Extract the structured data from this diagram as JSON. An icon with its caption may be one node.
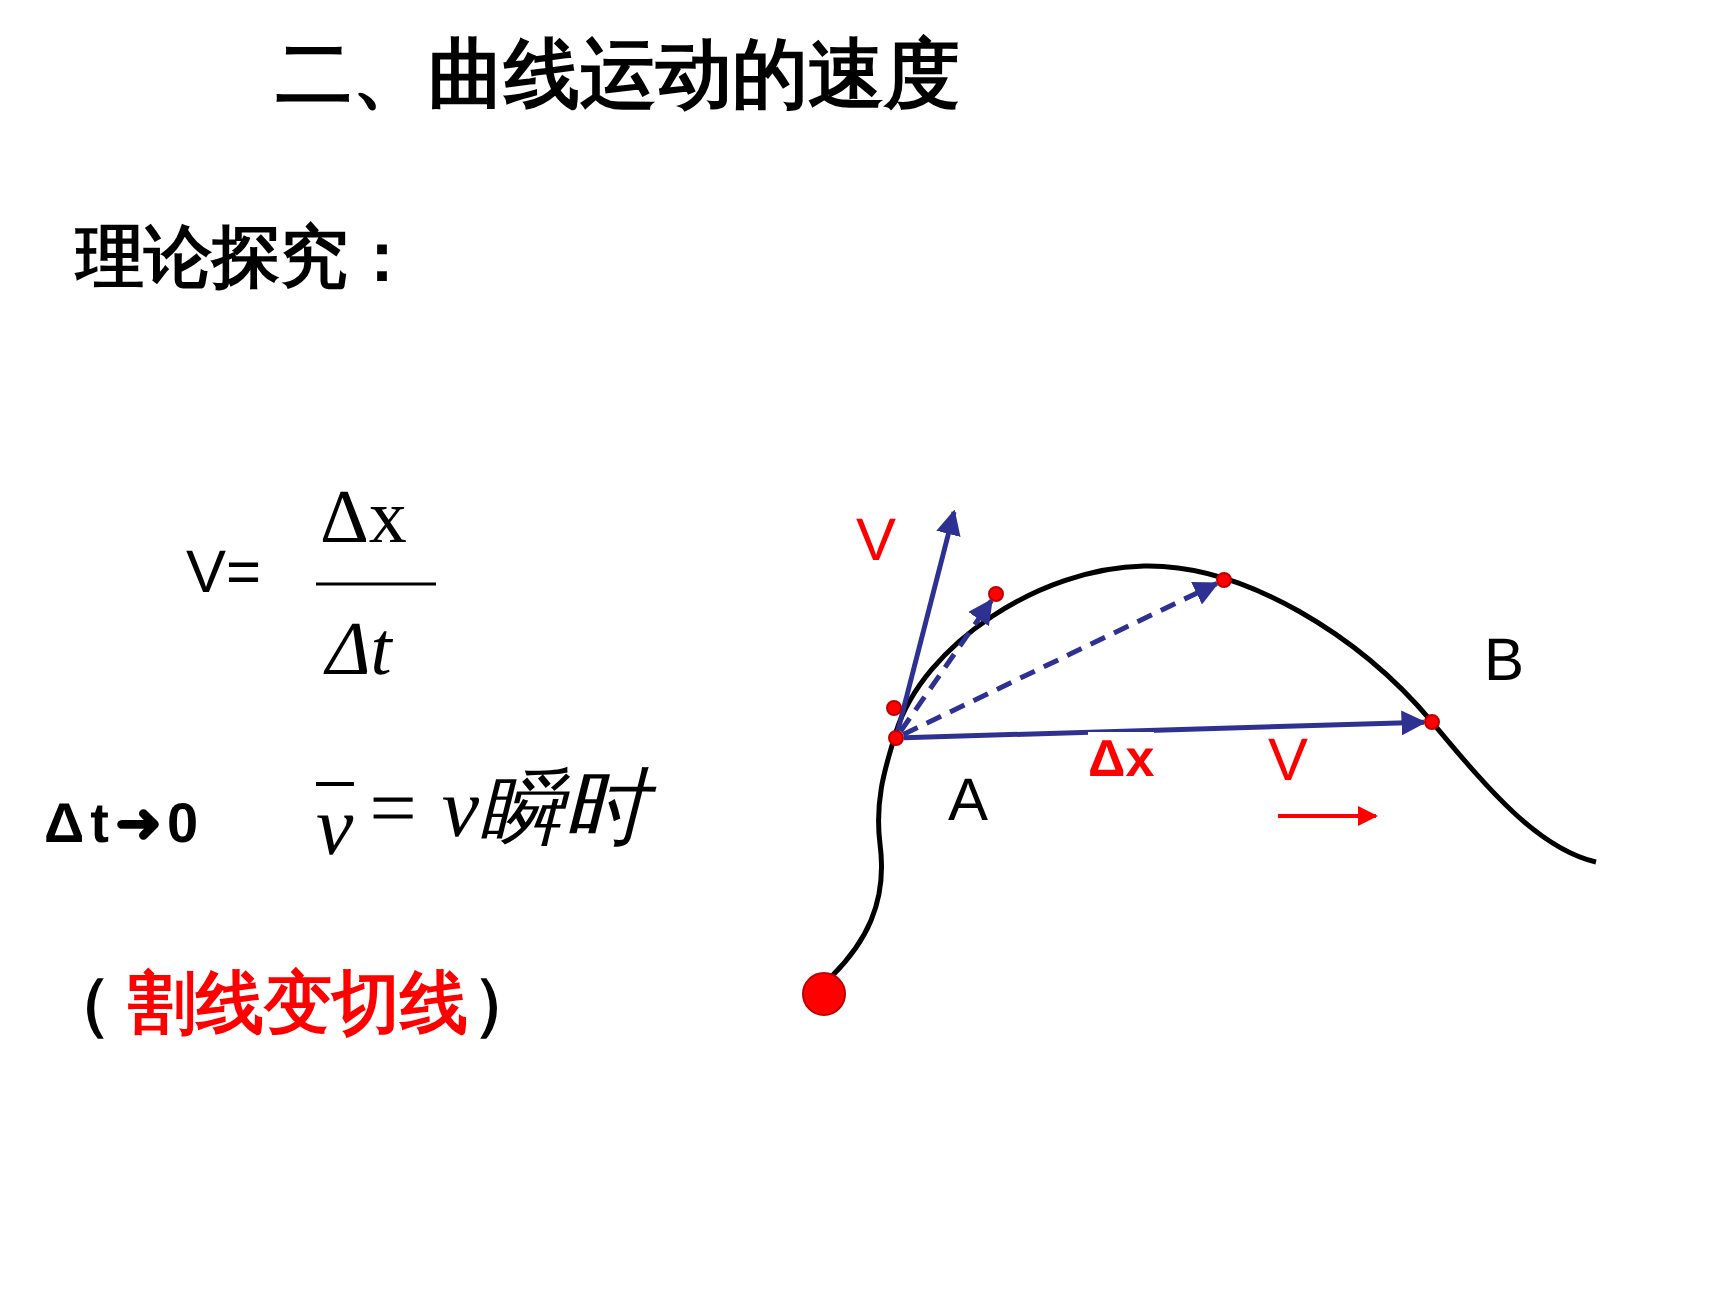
{
  "diagram": {
    "title": "二、曲线运动的速度",
    "nodes": [
      {
        "text": [],
        "shape": "circle",
        "beside": [
          "A"
        ]
      },
      {
        "text": [],
        "shape": "circle"
      },
      {
        "text": [],
        "shape": "circle"
      },
      {
        "text": [],
        "shape": "circle"
      },
      {
        "text": [],
        "shape": "circle",
        "beside": [
          "B"
        ]
      },
      {
        "text": [],
        "shape": "circle"
      }
    ],
    "edges": [
      {
        "from": 0,
        "to": null,
        "arrow": "to",
        "label": "V"
      },
      {
        "from": 0,
        "to": 2,
        "arrow": "to",
        "style": "dashed"
      },
      {
        "from": 0,
        "to": 3,
        "arrow": "to",
        "style": "dashed"
      },
      {
        "from": 0,
        "to": 4,
        "arrow": "to",
        "label": "Δx"
      }
    ],
    "labels": [
      "理论探究：",
      "V=",
      "Δx",
      "Δt",
      "Δt➜0",
      "v",
      "= v瞬时",
      "（",
      "割线变切线",
      "）",
      "V"
    ]
  }
}
